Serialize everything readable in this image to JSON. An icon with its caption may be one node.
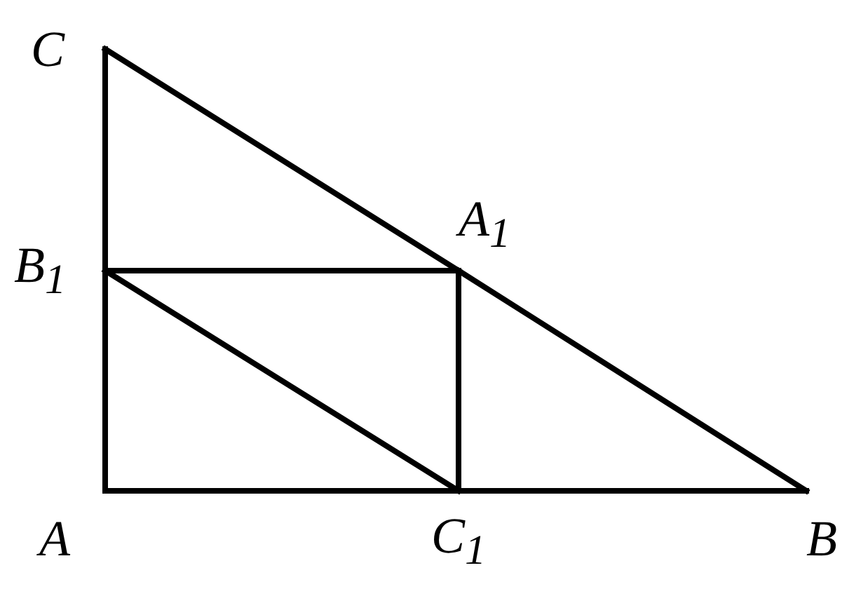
{
  "diagram": {
    "nodes": [
      {
        "text": [
          "C"
        ]
      },
      {
        "text": [
          "B$_{1}$"
        ]
      },
      {
        "text": [
          "A$_{1}$"
        ]
      },
      {
        "text": [
          "A"
        ]
      },
      {
        "text": [
          "C$_{1}$"
        ]
      },
      {
        "text": [
          "B"
        ]
      }
    ],
    "edges": [
      {
        "from": 0,
        "to": 1,
        "arrow": "none"
      },
      {
        "from": 1,
        "to": 3,
        "arrow": "none"
      },
      {
        "from": 3,
        "to": 4,
        "arrow": "none"
      },
      {
        "from": 4,
        "to": 5,
        "arrow": "none"
      },
      {
        "from": 0,
        "to": 2,
        "arrow": "none"
      },
      {
        "from": 2,
        "to": 5,
        "arrow": "none"
      },
      {
        "from": 1,
        "to": 2,
        "arrow": "none"
      },
      {
        "from": 2,
        "to": 4,
        "arrow": "none"
      },
      {
        "from": 1,
        "to": 4,
        "arrow": "none"
      }
    ]
  }
}
